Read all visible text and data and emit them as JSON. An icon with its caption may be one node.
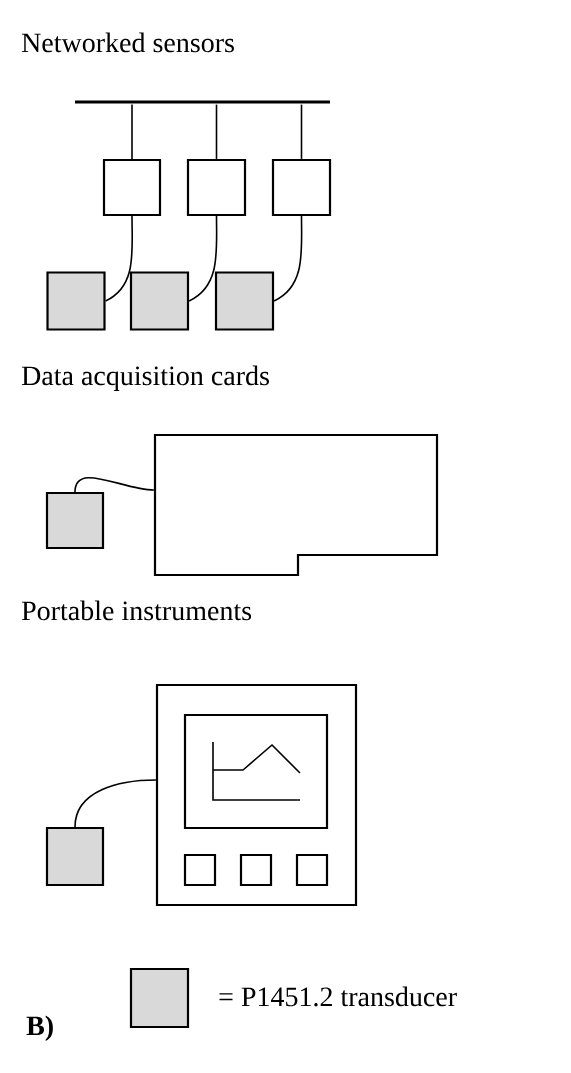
{
  "diagram": {
    "nodes": [
      {
        "text": [],
        "shape": "bar"
      },
      {
        "text": [],
        "shape": "box"
      },
      {
        "text": [],
        "shape": "box"
      },
      {
        "text": [],
        "shape": "box"
      },
      {
        "text": [],
        "shape": "box"
      },
      {
        "text": [],
        "shape": "box"
      },
      {
        "text": [],
        "shape": "box"
      },
      {
        "text": [],
        "shape": "card"
      },
      {
        "text": [],
        "shape": "box"
      },
      {
        "text": [],
        "shape": "picture"
      },
      {
        "text": [],
        "shape": "box"
      }
    ],
    "edges": [
      {
        "from": 0,
        "to": 1,
        "arrow": "none"
      },
      {
        "from": 0,
        "to": 2,
        "arrow": "none"
      },
      {
        "from": 0,
        "to": 3,
        "arrow": "none"
      },
      {
        "from": 1,
        "to": 4,
        "arrow": "none"
      },
      {
        "from": 2,
        "to": 5,
        "arrow": "none"
      },
      {
        "from": 3,
        "to": 6,
        "arrow": "none"
      },
      {
        "from": 8,
        "to": 7,
        "arrow": "none"
      },
      {
        "from": 10,
        "to": 9,
        "arrow": "none"
      }
    ],
    "labels": [
      "Networked sensors",
      "Data acquisition cards",
      "Portable instruments",
      "B)"
    ],
    "legend": [
      {
        "text": "= P1451.2 transducer",
        "color": "#d9d9d9"
      }
    ]
  }
}
